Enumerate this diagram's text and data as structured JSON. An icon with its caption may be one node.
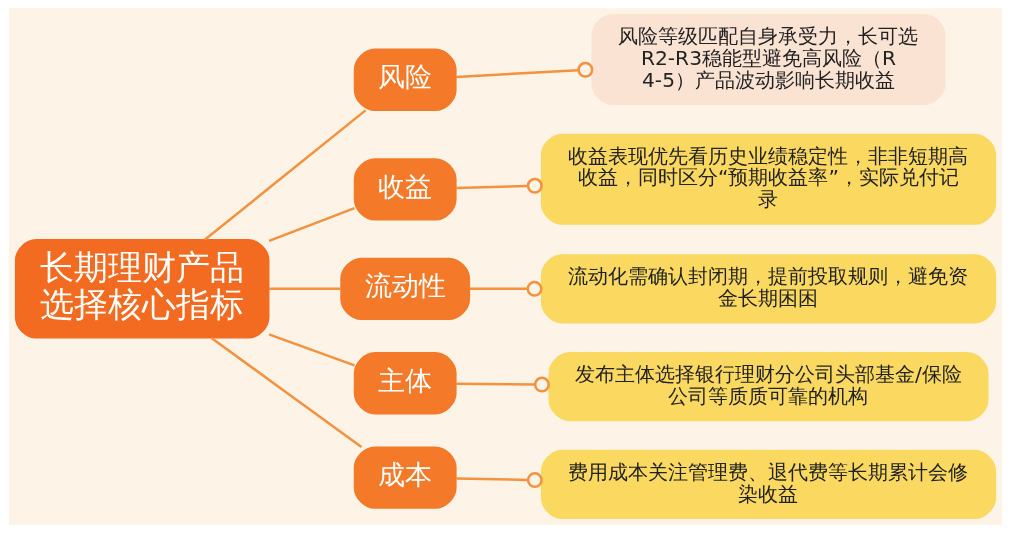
{
  "diagram": {
    "nodes": [
      {
        "text": [
          "长期理财产品选择核心指标"
        ]
      },
      {
        "text": [
          "风险"
        ]
      },
      {
        "text": [
          "风险等级匹配自身承受力，长可选R2-R3稳能型避免高风险（R4-5）产品波动影响长期收益"
        ]
      },
      {
        "text": [
          "收益"
        ]
      },
      {
        "text": [
          "收益表现优先看历史业绩稳定性，非非短期高收益，同时区分“预期收益率”，实际兑付记录"
        ]
      },
      {
        "text": [
          "流动性"
        ]
      },
      {
        "text": [
          "流动化需确认封闭期，提前投取规则，避免资金长期困困"
        ]
      },
      {
        "text": [
          "主体"
        ]
      },
      {
        "text": [
          "发布主体选择银行理财分公司头部基金/保险公司等质质可靠的机构"
        ]
      },
      {
        "text": [
          "成本"
        ]
      },
      {
        "text": [
          "费用成本关注管理费、退代费等长期累计会修染收益"
        ]
      }
    ],
    "edges": [
      {
        "from": 0,
        "to": 1,
        "arrow": "none"
      },
      {
        "from": 1,
        "to": 2,
        "arrow": "other"
      },
      {
        "from": 0,
        "to": 3,
        "arrow": "none"
      },
      {
        "from": 3,
        "to": 4,
        "arrow": "other"
      },
      {
        "from": 0,
        "to": 5,
        "arrow": "none"
      },
      {
        "from": 5,
        "to": 6,
        "arrow": "other"
      },
      {
        "from": 0,
        "to": 7,
        "arrow": "none"
      },
      {
        "from": 7,
        "to": 8,
        "arrow": "other"
      },
      {
        "from": 0,
        "to": 9,
        "arrow": "none"
      },
      {
        "from": 9,
        "to": 10,
        "arrow": "other"
      }
    ]
  }
}
